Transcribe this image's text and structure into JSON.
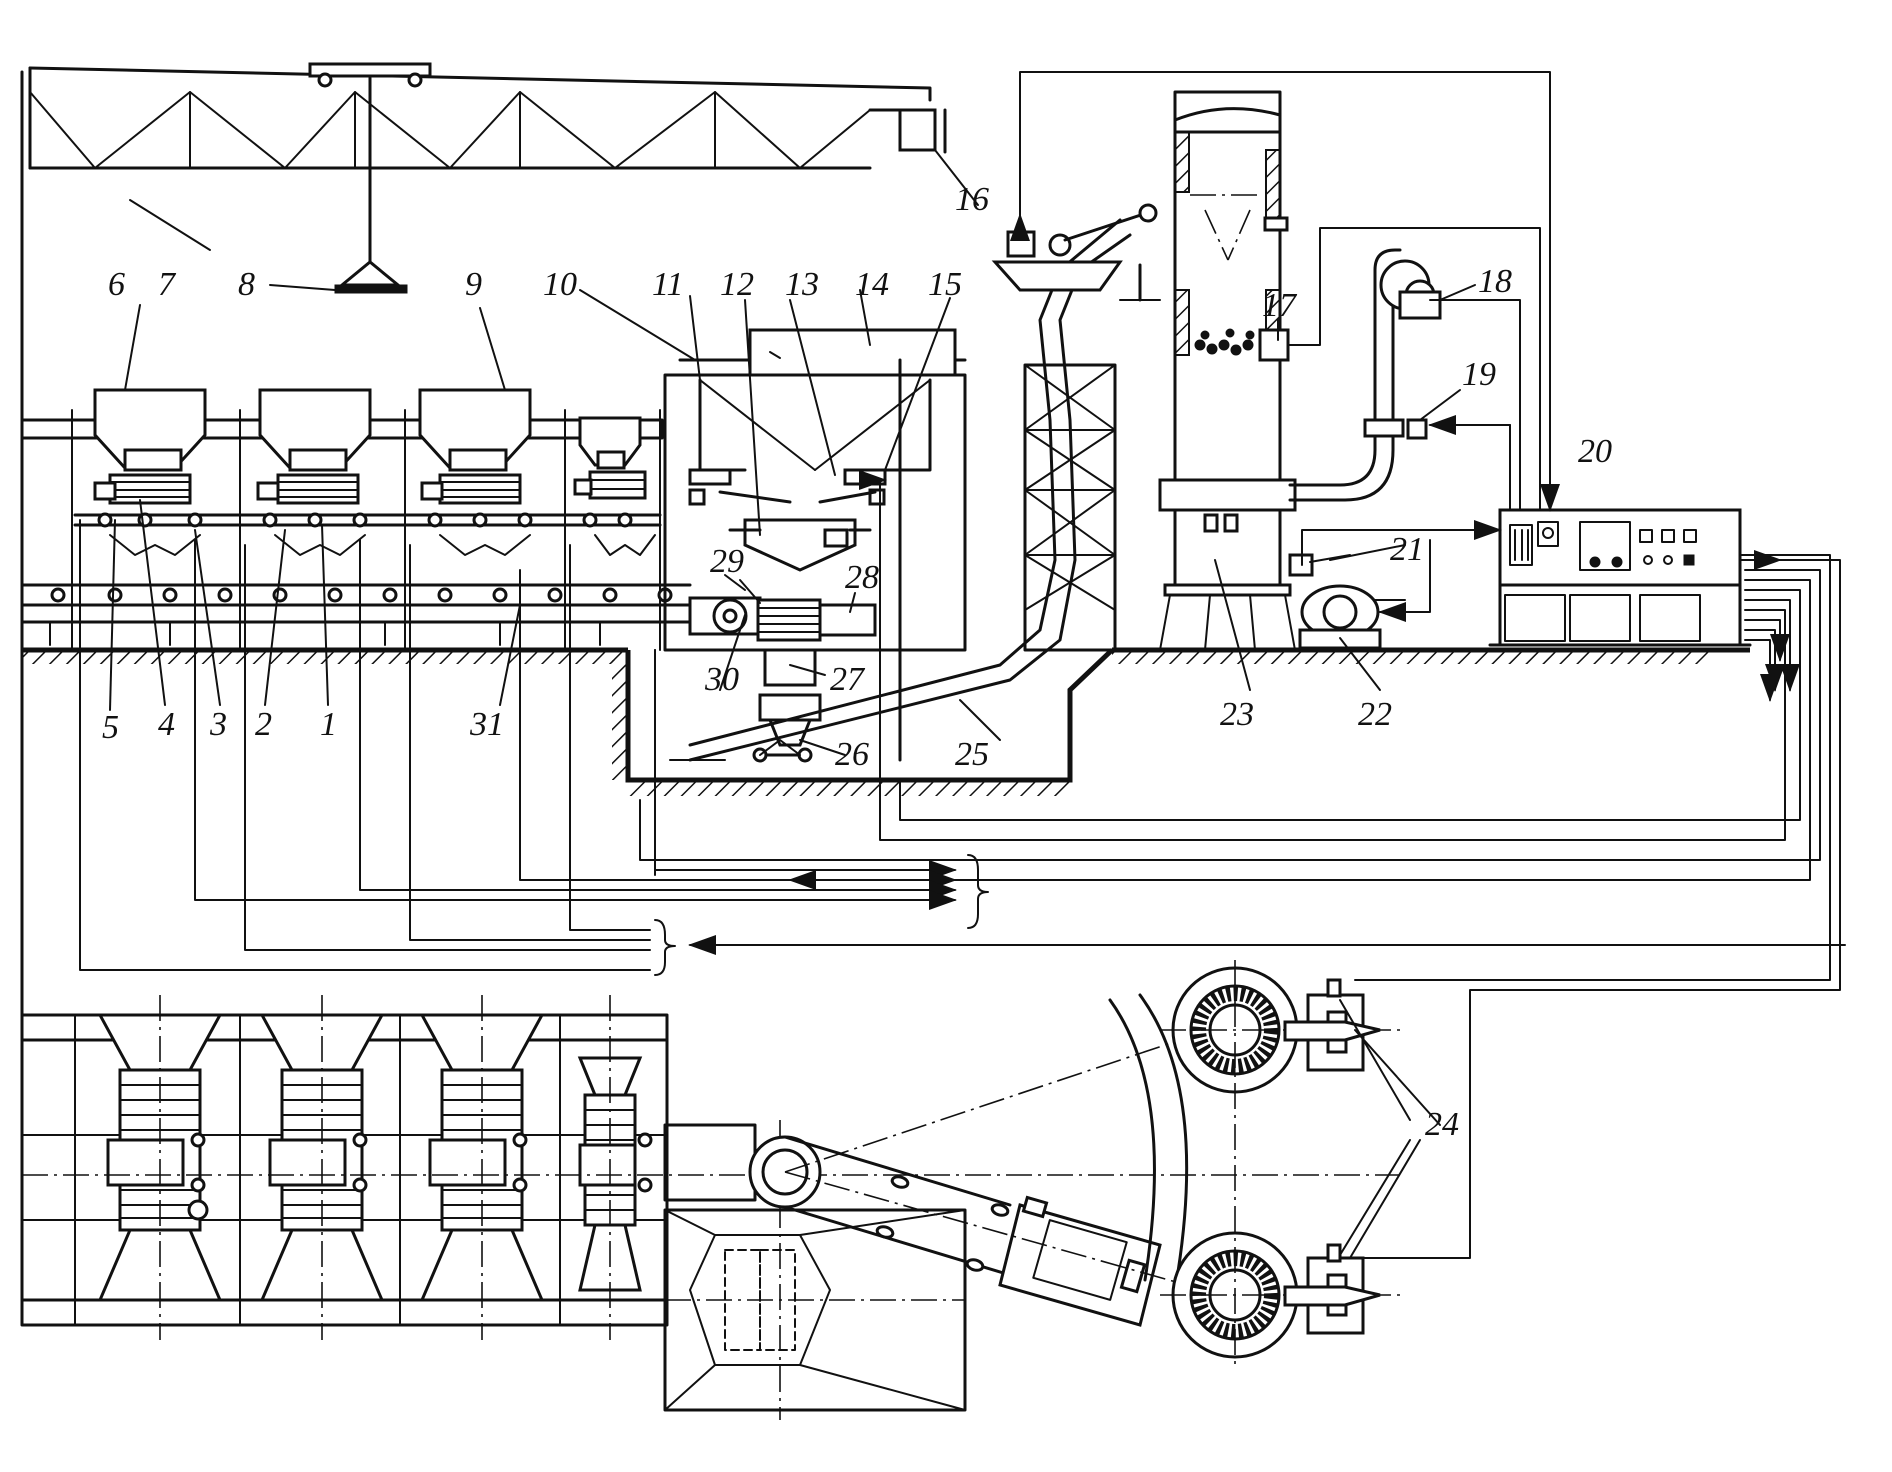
{
  "diagram": {
    "labels": [
      {
        "id": "1",
        "text": "1"
      },
      {
        "id": "2",
        "text": "2"
      },
      {
        "id": "3",
        "text": "3"
      },
      {
        "id": "4",
        "text": "4"
      },
      {
        "id": "5",
        "text": "5"
      },
      {
        "id": "6",
        "text": "6"
      },
      {
        "id": "7",
        "text": "7"
      },
      {
        "id": "8",
        "text": "8"
      },
      {
        "id": "9",
        "text": "9"
      },
      {
        "id": "10",
        "text": "10"
      },
      {
        "id": "11",
        "text": "11"
      },
      {
        "id": "12",
        "text": "12"
      },
      {
        "id": "13",
        "text": "13"
      },
      {
        "id": "14",
        "text": "14"
      },
      {
        "id": "15",
        "text": "15"
      },
      {
        "id": "16",
        "text": "16"
      },
      {
        "id": "17",
        "text": "17"
      },
      {
        "id": "18",
        "text": "18"
      },
      {
        "id": "19",
        "text": "19"
      },
      {
        "id": "20",
        "text": "20"
      },
      {
        "id": "21",
        "text": "21"
      },
      {
        "id": "22",
        "text": "22"
      },
      {
        "id": "23",
        "text": "23"
      },
      {
        "id": "24",
        "text": "24"
      },
      {
        "id": "25",
        "text": "25"
      },
      {
        "id": "26",
        "text": "26"
      },
      {
        "id": "27",
        "text": "27"
      },
      {
        "id": "28",
        "text": "28"
      },
      {
        "id": "29",
        "text": "29"
      },
      {
        "id": "30",
        "text": "30"
      },
      {
        "id": "31",
        "text": "31"
      }
    ]
  },
  "colors": {
    "ink": "#111111",
    "paper": "#ffffff"
  }
}
